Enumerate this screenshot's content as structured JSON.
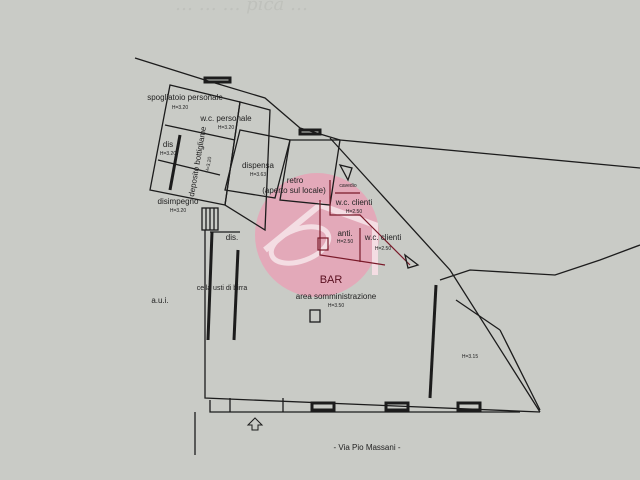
{
  "handwritten_note": "… … … pica …",
  "rooms": {
    "spogliatoio": {
      "name": "spogliatoio personale",
      "height": "H=3.20"
    },
    "wc_personale": {
      "name": "w.c. personale",
      "height": "H=3.20"
    },
    "dis_upper": {
      "name": "dis",
      "height": "H=3.20"
    },
    "deposito": {
      "name": "deposito bottigliame",
      "height": "H=3.20"
    },
    "disimpegno": {
      "name": "disimpegno",
      "height": "H=3.20"
    },
    "dispensa": {
      "name": "dispensa",
      "height": "H=3.63"
    },
    "retro": {
      "name": "retro",
      "note": "(aperto sul locale)"
    },
    "cavedio": {
      "name": "cavedio"
    },
    "wc_clienti_1": {
      "name": "w.c. clienti",
      "height": "H=2.50"
    },
    "anti": {
      "name": "anti.",
      "height": "H=2.50"
    },
    "wc_clienti_2": {
      "name": "w.c. clienti",
      "height": "H=2.50"
    },
    "dis_lower": {
      "name": "dis."
    },
    "cella": {
      "name": "cella usti di birra"
    },
    "aui": {
      "name": "a.u.i."
    },
    "bar": {
      "name": "BAR",
      "subtitle": "area somministrazione",
      "height": "H=3.50"
    },
    "right_room": {
      "height": "H=3.15"
    }
  },
  "street": "- Via Pio Massani -",
  "watermark": {
    "color": "#e8a3b6"
  }
}
